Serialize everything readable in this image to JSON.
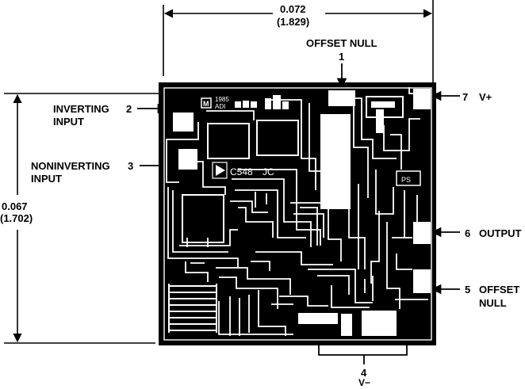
{
  "dimensions": {
    "width": {
      "inches": "0.072",
      "mm": "(1.829)"
    },
    "height": {
      "inches": "0.067",
      "mm": "(1.702)"
    }
  },
  "pins": [
    {
      "number": "1",
      "name": "OFFSET NULL"
    },
    {
      "number": "2",
      "name_line1": "INVERTING",
      "name_line2": "INPUT"
    },
    {
      "number": "3",
      "name_line1": "NONINVERTING",
      "name_line2": "INPUT"
    },
    {
      "number": "4",
      "name": "V−"
    },
    {
      "number": "5",
      "name_line1": "OFFSET",
      "name_line2": "NULL"
    },
    {
      "number": "6",
      "name": "OUTPUT"
    },
    {
      "number": "7",
      "name": "V+"
    }
  ],
  "die_markings": {
    "year": "1985",
    "maker": "ADI",
    "logo": "M",
    "part_code": "C548",
    "corner": "PS"
  },
  "colors": {
    "ink": "#000000",
    "paper": "#ffffff"
  }
}
